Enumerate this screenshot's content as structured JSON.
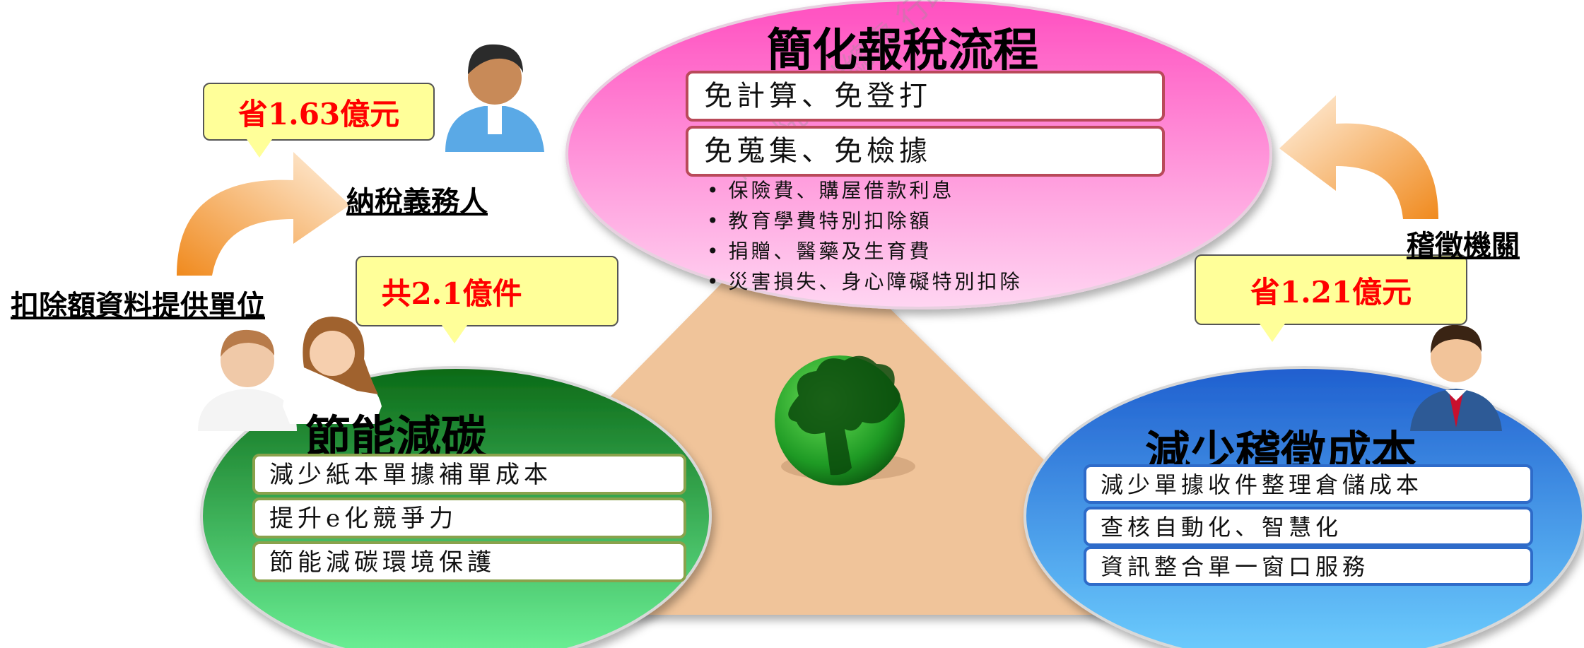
{
  "top": {
    "title": "簡化報稅流程",
    "boxes": [
      "免計算、免登打",
      "免蒐集、免檢據"
    ],
    "bullets": [
      "保險費、購屋借款利息",
      "教育學費特別扣除額",
      "捐贈、醫藥及生育費",
      "災害損失、身心障礙特別扣除"
    ]
  },
  "left": {
    "title": "節能減碳",
    "boxes": [
      "減少紙本單據補單成本",
      "提升e化競爭力",
      "節能減碳環境保護"
    ]
  },
  "right": {
    "title": "減少稽徵成本",
    "boxes": [
      "減少單據收件整理倉儲成本",
      "查核自動化、智慧化",
      "資訊整合單一窗口服務"
    ]
  },
  "callouts": {
    "taxpayer_savings": "省1.63億元",
    "items_total": "共2.1億件",
    "agency_savings": "省1.21億元"
  },
  "labels": {
    "taxpayer": "納稅義務人",
    "agency": "稽徵機關",
    "provider": "扣除額資料提供單位"
  },
  "colors": {
    "pink_ellipse": "#ff66cc",
    "green_ellipse": "#1e8c2a",
    "blue_ellipse": "#2f7de0",
    "triangle": "#f0c49a",
    "callout_fill": "#ffff99",
    "callout_text": "#ff0000",
    "arrow_orange": "#f39a2c"
  },
  "icons": [
    "person-icon",
    "couple-icon",
    "businessman-icon",
    "tree-globe-icon",
    "curved-arrow-icon"
  ]
}
